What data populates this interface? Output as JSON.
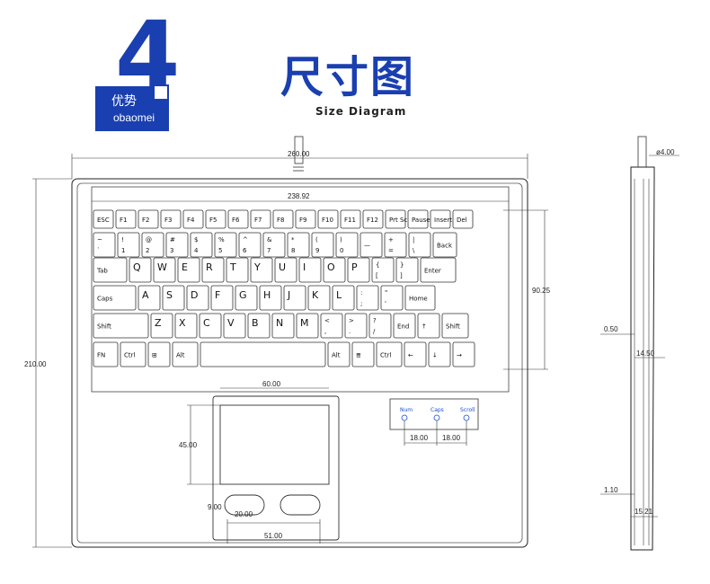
{
  "brand": {
    "number": "4",
    "name_cn": "优势",
    "name_en": "obaomei"
  },
  "header": {
    "title": "尺寸图",
    "subtitle": "Size Diagram"
  },
  "dimensions": {
    "overall_width": "260.00",
    "inner_width": "238.92",
    "overall_height": "210.00",
    "keys_height": "90.25",
    "touchpad_width": "60.00",
    "touchpad_height": "45.00",
    "button_gap": "9.00",
    "button_width": "20.00",
    "bottom_width": "51.00",
    "led_spacing_1": "18.00",
    "led_spacing_2": "18.00",
    "cable_diameter": "ø4.00",
    "side_a": "0.50",
    "side_b": "14.50",
    "side_c": "1.10",
    "side_d": "15.21"
  },
  "leds": [
    "Num",
    "Caps",
    "Scroll"
  ],
  "keyboard": {
    "rows": [
      [
        [
          "ESC",
          ""
        ],
        [
          "F1",
          ""
        ],
        [
          "F2",
          ""
        ],
        [
          "F3",
          ""
        ],
        [
          "F4",
          ""
        ],
        [
          "F5",
          ""
        ],
        [
          "F6",
          ""
        ],
        [
          "F7",
          ""
        ],
        [
          "F8",
          ""
        ],
        [
          "F9",
          ""
        ],
        [
          "F10",
          ""
        ],
        [
          "F11",
          ""
        ],
        [
          "F12",
          ""
        ],
        [
          "Prt Sc",
          ""
        ],
        [
          "Pause",
          ""
        ],
        [
          "Insert",
          ""
        ],
        [
          "Del",
          ""
        ]
      ],
      [
        [
          "~",
          "`"
        ],
        [
          "!",
          "1"
        ],
        [
          "@",
          "2"
        ],
        [
          "#",
          "3"
        ],
        [
          "$",
          "4"
        ],
        [
          "%",
          "5"
        ],
        [
          "^",
          "6"
        ],
        [
          "&",
          "7"
        ],
        [
          "*",
          "8"
        ],
        [
          "(",
          "9"
        ],
        [
          ")",
          "0"
        ],
        [
          "—",
          ""
        ],
        [
          "+",
          "="
        ],
        [
          "|",
          "\\"
        ],
        [
          "Back",
          ""
        ]
      ],
      [
        [
          "Tab",
          ""
        ],
        [
          "Q",
          ""
        ],
        [
          "W",
          ""
        ],
        [
          "E",
          ""
        ],
        [
          "R",
          ""
        ],
        [
          "T",
          ""
        ],
        [
          "Y",
          ""
        ],
        [
          "U",
          ""
        ],
        [
          "I",
          ""
        ],
        [
          "O",
          ""
        ],
        [
          "P",
          ""
        ],
        [
          "{",
          "["
        ],
        [
          "}",
          "]"
        ],
        [
          "Enter",
          ""
        ]
      ],
      [
        [
          "Caps",
          ""
        ],
        [
          "A",
          ""
        ],
        [
          "S",
          ""
        ],
        [
          "D",
          ""
        ],
        [
          "F",
          ""
        ],
        [
          "G",
          ""
        ],
        [
          "H",
          ""
        ],
        [
          "J",
          ""
        ],
        [
          "K",
          ""
        ],
        [
          "L",
          ""
        ],
        [
          ":",
          ";"
        ],
        [
          "\"",
          "'"
        ],
        [
          "Home",
          ""
        ]
      ],
      [
        [
          "Shift",
          ""
        ],
        [
          "Z",
          ""
        ],
        [
          "X",
          ""
        ],
        [
          "C",
          ""
        ],
        [
          "V",
          ""
        ],
        [
          "B",
          ""
        ],
        [
          "N",
          ""
        ],
        [
          "M",
          ""
        ],
        [
          "<",
          ","
        ],
        [
          ">",
          "."
        ],
        [
          "?",
          "/"
        ],
        [
          "End",
          ""
        ],
        [
          "↑",
          ""
        ],
        [
          "Shift",
          ""
        ]
      ],
      [
        [
          "FN",
          ""
        ],
        [
          "Ctrl",
          ""
        ],
        [
          "⊞",
          ""
        ],
        [
          "Alt",
          ""
        ],
        [
          "",
          ""
        ],
        [
          "Alt",
          ""
        ],
        [
          "≣",
          ""
        ],
        [
          "Ctrl",
          ""
        ],
        [
          "←",
          ""
        ],
        [
          "↓",
          ""
        ],
        [
          "→",
          ""
        ]
      ]
    ]
  }
}
